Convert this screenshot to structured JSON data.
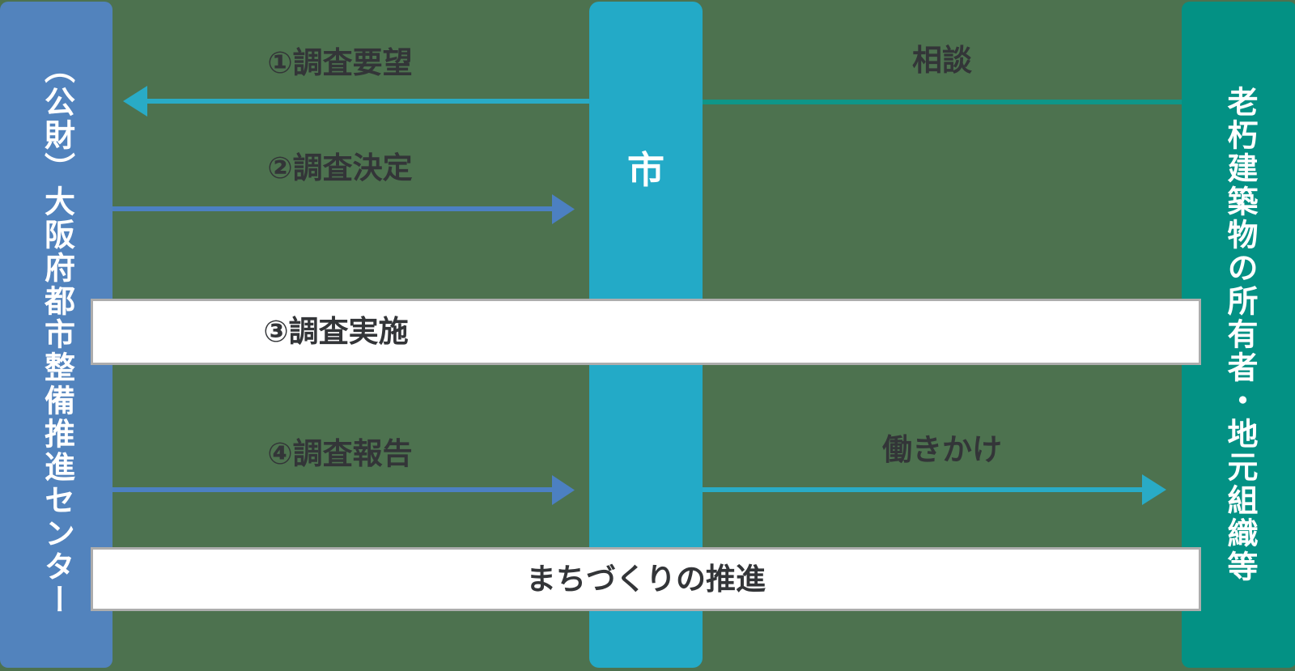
{
  "diagram": {
    "background_color": "#4D724F",
    "label_text_color": "#333538",
    "actors": {
      "left": {
        "label": "（公財）大阪府都市整備推進センター",
        "color": "#5283BD",
        "text_color": "#FFFFFF"
      },
      "middle": {
        "label": "市",
        "color": "#23AAC7",
        "text_color": "#FFFFFF"
      },
      "right": {
        "label": "老朽建築物の所有者・地元組織等",
        "color": "#039184",
        "text_color": "#FFFFFF"
      }
    },
    "flows": {
      "soudan": {
        "label": "相談",
        "from": "right",
        "to": "middle",
        "color": "#0F9688"
      },
      "step1": {
        "label": "①調査要望",
        "from": "middle",
        "to": "left",
        "color": "#29ABC6"
      },
      "step2": {
        "label": "②調査決定",
        "from": "left",
        "to": "middle",
        "color": "#4C80C2"
      },
      "step3": {
        "label": "③調査実施",
        "type": "band",
        "color": "#FFFFFF",
        "border_color": "#ADADAD"
      },
      "step4": {
        "label": "④調査報告",
        "from": "left",
        "to": "middle",
        "color": "#4C80C2"
      },
      "hatarakikake": {
        "label": "働きかけ",
        "from": "middle",
        "to": "right",
        "color": "#29ABC6"
      },
      "machizukuri": {
        "label": "まちづくりの推進",
        "type": "band",
        "color": "#FFFFFF",
        "border_color": "#ADADAD"
      }
    }
  }
}
